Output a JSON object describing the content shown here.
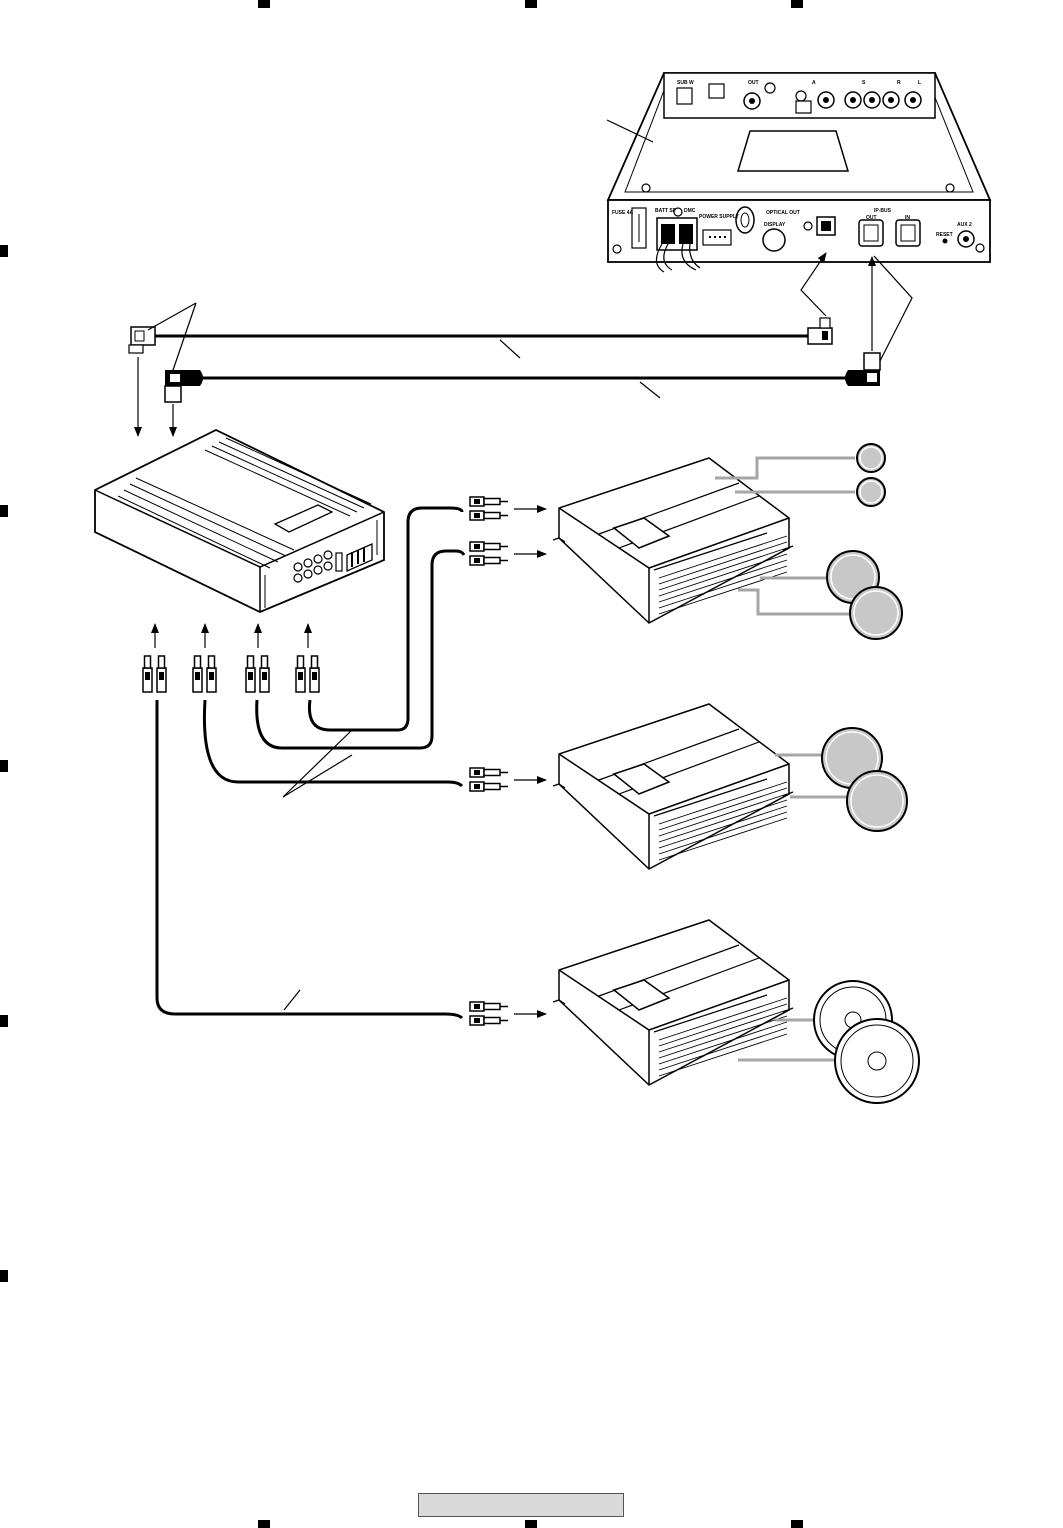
{
  "main_unit": {
    "top_panel": [
      "SUB W",
      "OUT",
      "A",
      "S",
      "R",
      "L"
    ],
    "rear_panel": [
      "FUSE 4A",
      "BATT SP",
      "DMC",
      "POWER SUPPLY",
      "OPTICAL OUT",
      "DISPLAY",
      "IP-BUS",
      "OUT",
      "IN",
      "RESET",
      "AUX 2"
    ]
  },
  "colors": {
    "line": "#000000",
    "speaker_wire": "#a6a6a6",
    "speaker_fill": "#c8c8c8",
    "footer_fill": "#d9d9d9"
  },
  "icons": [
    "arrow-icon",
    "rca-plug-icon",
    "speaker-icon",
    "amplifier-icon",
    "connector-icon"
  ]
}
